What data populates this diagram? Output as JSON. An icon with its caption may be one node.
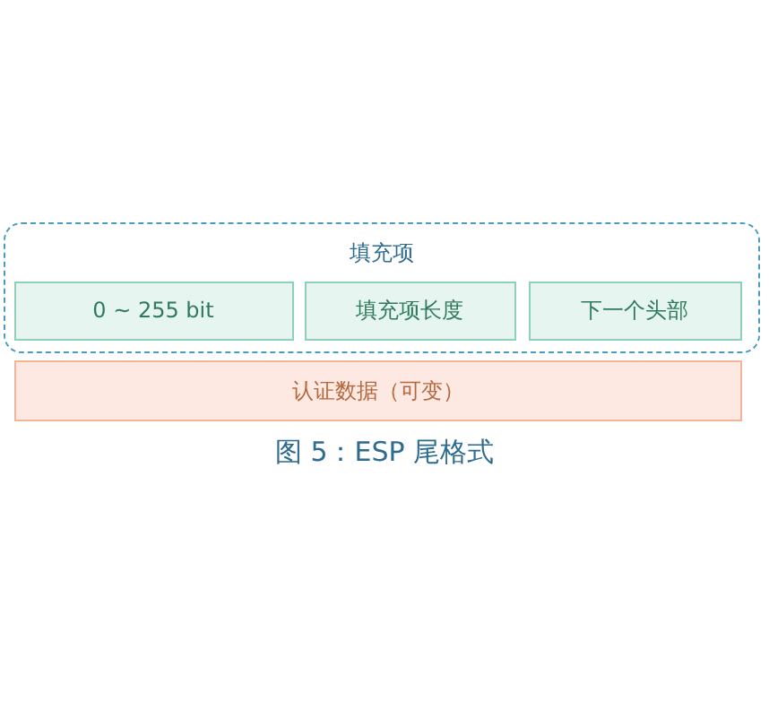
{
  "diagram": {
    "caption": "图 5：ESP 尾格式",
    "nodes": [
      {
        "text": [
          "填充项"
        ]
      },
      {
        "text": [
          "0 ~ 255 bit"
        ],
        "in": 0
      },
      {
        "text": [
          "填充项长度"
        ],
        "in": 0
      },
      {
        "text": [
          "下一个头部"
        ],
        "in": 0
      },
      {
        "text": [
          "认证数据（可变）"
        ]
      }
    ]
  }
}
